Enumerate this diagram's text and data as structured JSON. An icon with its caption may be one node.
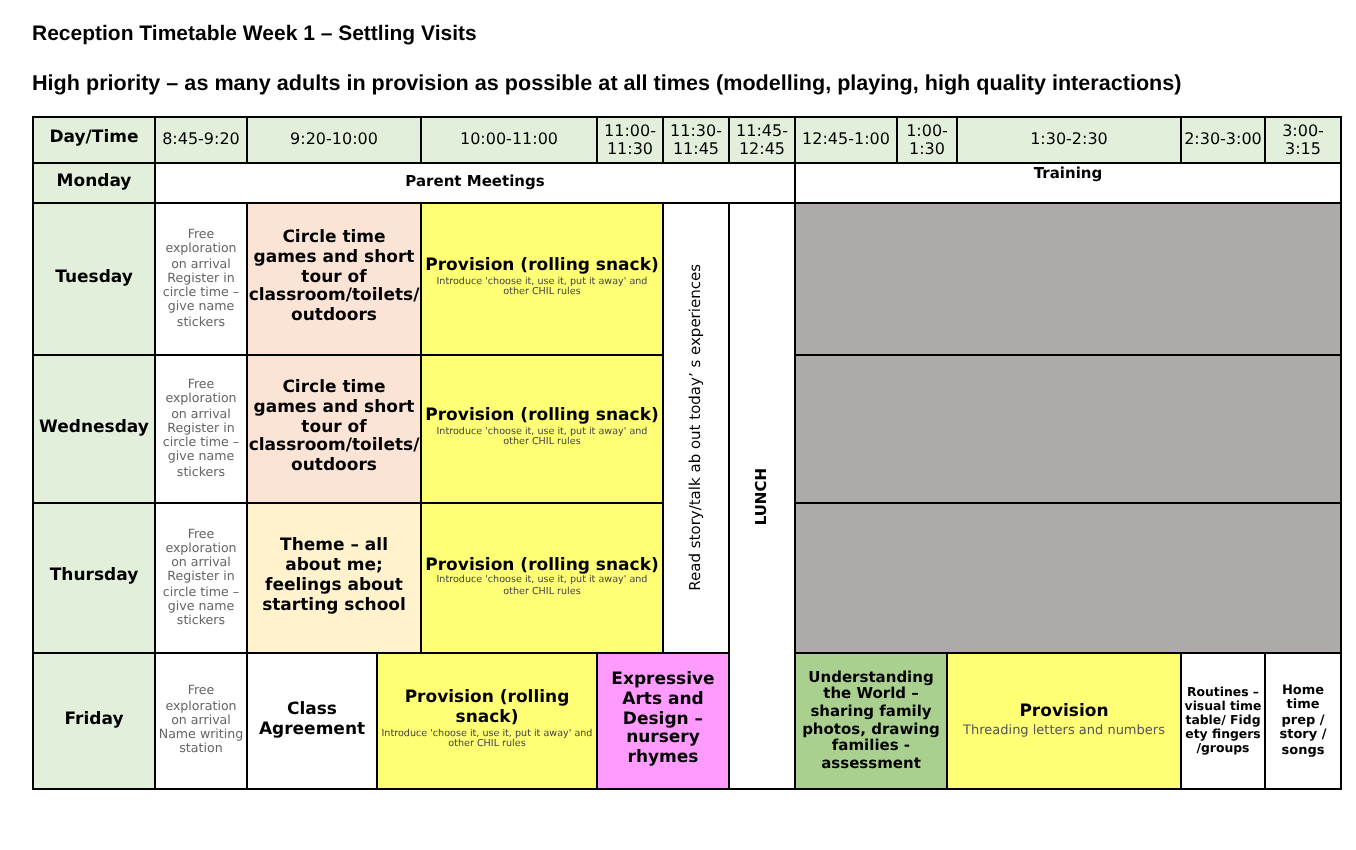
{
  "diagram": {
    "title": "Reception Timetable Week 1 – Settling Visits",
    "labels": [
      "High priority – as many adults in provision as possible at all times (modelling, playing, high quality interactions)",
      "Day/Time",
      "8:45-9:20",
      "9:20-10:00",
      "10:00-11:00",
      "11:00-11:30",
      "11:30-11:45",
      "11:45-12:45",
      "12:45-1:00",
      "1:00-1:30",
      "1:30-2:30",
      "2:30-3:00",
      "3:00-3:15",
      "Monday",
      "Parent Meetings",
      "Training",
      "Tuesday",
      "Free exploration on arrival Register in circle time – give name stickers",
      "Circle time games and short tour of classroom/toilets/ outdoors",
      "Provision (rolling snack)",
      "Introduce 'choose it, use it, put it away' and other CHIL rules",
      "Read story/talk ab out today’ s experiences",
      "LUNCH",
      "Wednesday",
      "Free exploration on arrival Register in circle time – give name stickers",
      "Circle time games and short tour of classroom/toilets/ outdoors",
      "Provision (rolling snack)",
      "Introduce 'choose it, use it, put it away' and other CHIL rules",
      "Thursday",
      "Free exploration on arrival Register in circle time – give name stickers",
      "Theme – all about me; feelings about starting school",
      "Provision (rolling snack)",
      "Introduce 'choose it, use it, put it away' and other CHIL rules",
      "Friday",
      "Free exploration on arrival Name writing station",
      "Class Agreement",
      "Provision (rolling snack)",
      "Introduce 'choose it, use it, put it away' and other CHIL rules",
      "Expressive Arts and Design – nursery rhymes",
      "Understanding the World – sharing family photos, drawing families - assessment",
      "Provision",
      "Threading letters and numbers",
      "Routines – visual timetable/ Fidgety fingers /groups",
      "Home time prep / story / songs"
    ]
  }
}
